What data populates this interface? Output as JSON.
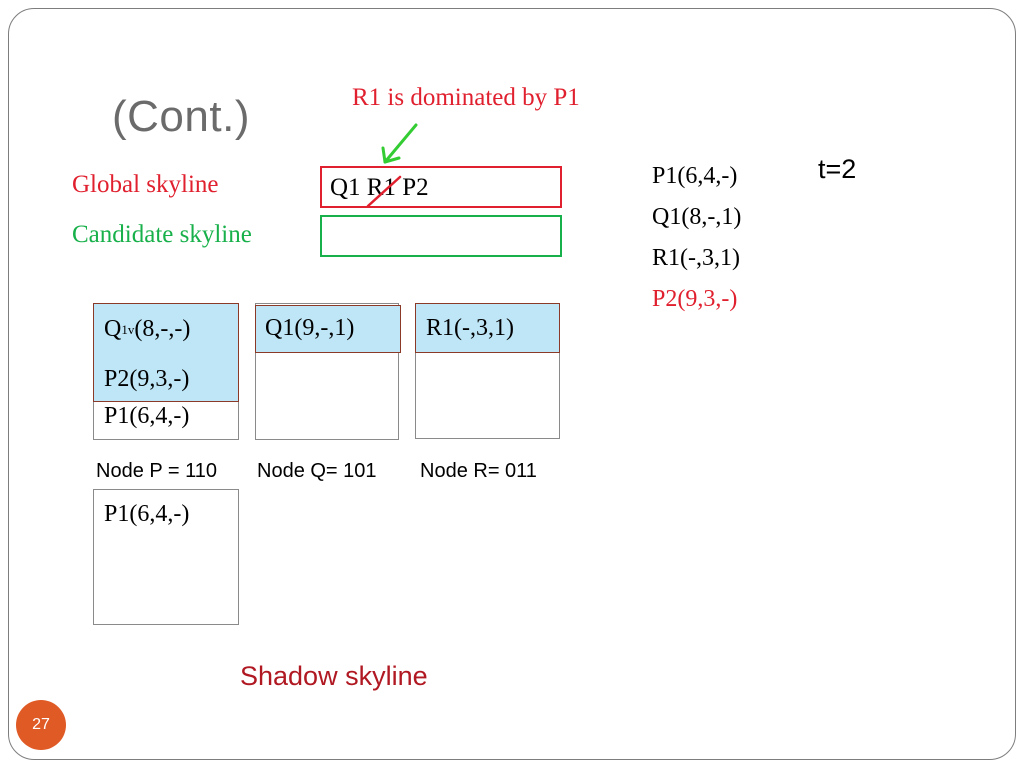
{
  "title": "(Cont.)",
  "annotation": "R1 is dominated by P1",
  "labels": {
    "global": "Global skyline",
    "candidate": "Candidate skyline",
    "shadow": "Shadow skyline"
  },
  "global_skyline": {
    "text": "Q1 R1 P2",
    "crossed_out": "R1"
  },
  "candidate_skyline": {
    "text": ""
  },
  "right_list": [
    "P1(6,4,-)",
    "Q1(8,-,1)",
    "R1(-,3,1)",
    "P2(9,3,-)"
  ],
  "highlighted_entry": "P2(9,3,-)",
  "t_value": "t=2",
  "nodes": [
    {
      "label": "Node P = 110",
      "entries": [
        "P2(9,3,-)",
        "P1(6,4,-)"
      ],
      "first_entry": {
        "main": "Q",
        "subscript": "1v",
        "rest": "(8,-,-)"
      }
    },
    {
      "label": "Node Q= 101",
      "entries": [
        "Q1(9,-,1)"
      ]
    },
    {
      "label": "Node R= 011",
      "entries": [
        "R1(-,3,1)"
      ]
    }
  ],
  "shadow_node": {
    "entries": [
      "P1(6,4,-)"
    ]
  },
  "page_number": "27",
  "colors": {
    "red": "#e0202e",
    "green": "#18b04a",
    "dark_red": "#b01822",
    "arrow_green": "#33cc33",
    "cell_fill": "#bfe6f6",
    "cell_border": "#8b3a2a",
    "title_gray": "#6b6b6b",
    "badge": "#e05a26"
  }
}
